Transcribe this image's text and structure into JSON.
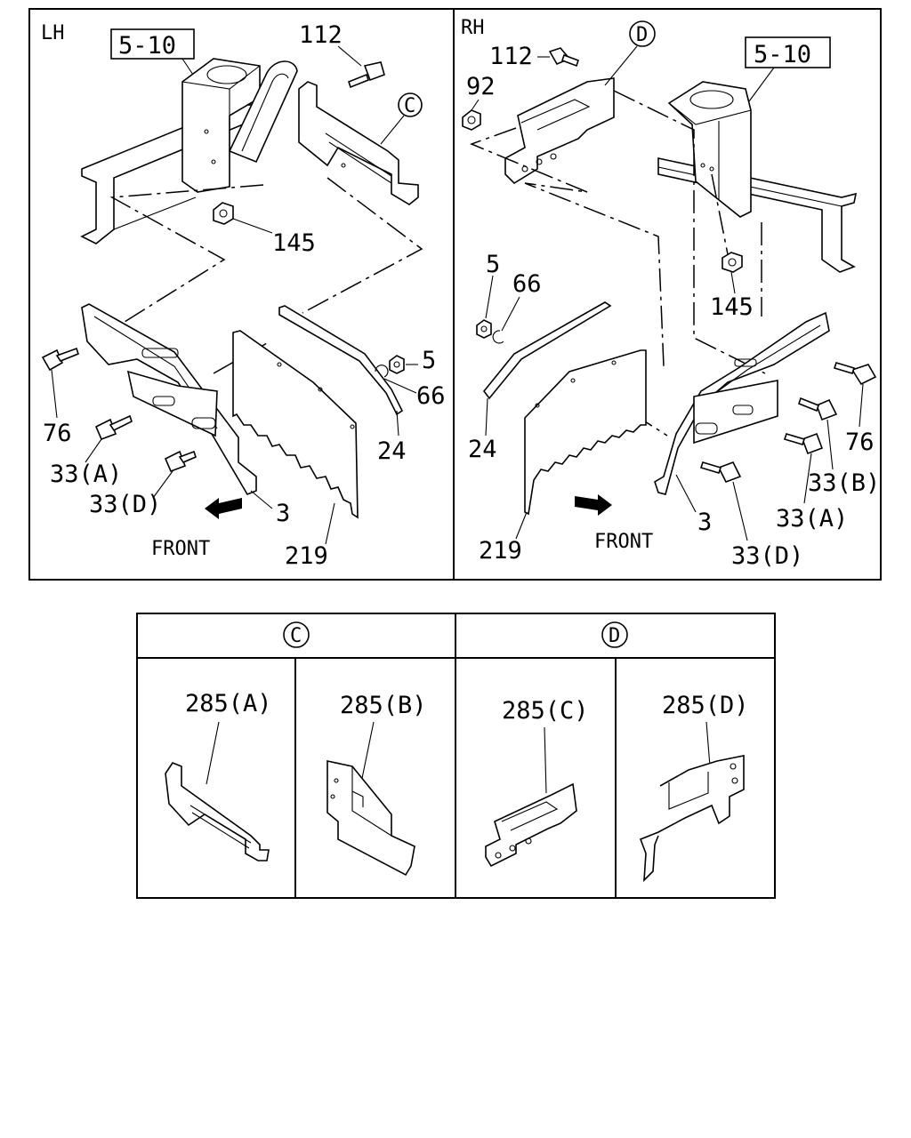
{
  "panels": {
    "lh": {
      "side_label": "LH",
      "ref_box": "5-10"
    },
    "rh": {
      "side_label": "RH",
      "ref_box": "5-10"
    }
  },
  "callouts": {
    "lh": {
      "p112": "112",
      "pC": "C",
      "p145": "145",
      "p76": "76",
      "p33a": "33(A)",
      "p33d": "33(D)",
      "p3": "3",
      "front": "FRONT",
      "p219": "219",
      "p24": "24",
      "p66": "66",
      "p5": "5"
    },
    "rh": {
      "p112": "112",
      "pD": "D",
      "p92": "92",
      "p145": "145",
      "p5": "5",
      "p66": "66",
      "p24": "24",
      "p219": "219",
      "front": "FRONT",
      "p3": "3",
      "p33d": "33(D)",
      "p33a": "33(A)",
      "p33b": "33(B)",
      "p76": "76"
    }
  },
  "detail_table": {
    "groups": [
      {
        "key": "C",
        "items": [
          "285(A)",
          "285(B)"
        ]
      },
      {
        "key": "D",
        "items": [
          "285(C)",
          "285(D)"
        ]
      }
    ]
  }
}
